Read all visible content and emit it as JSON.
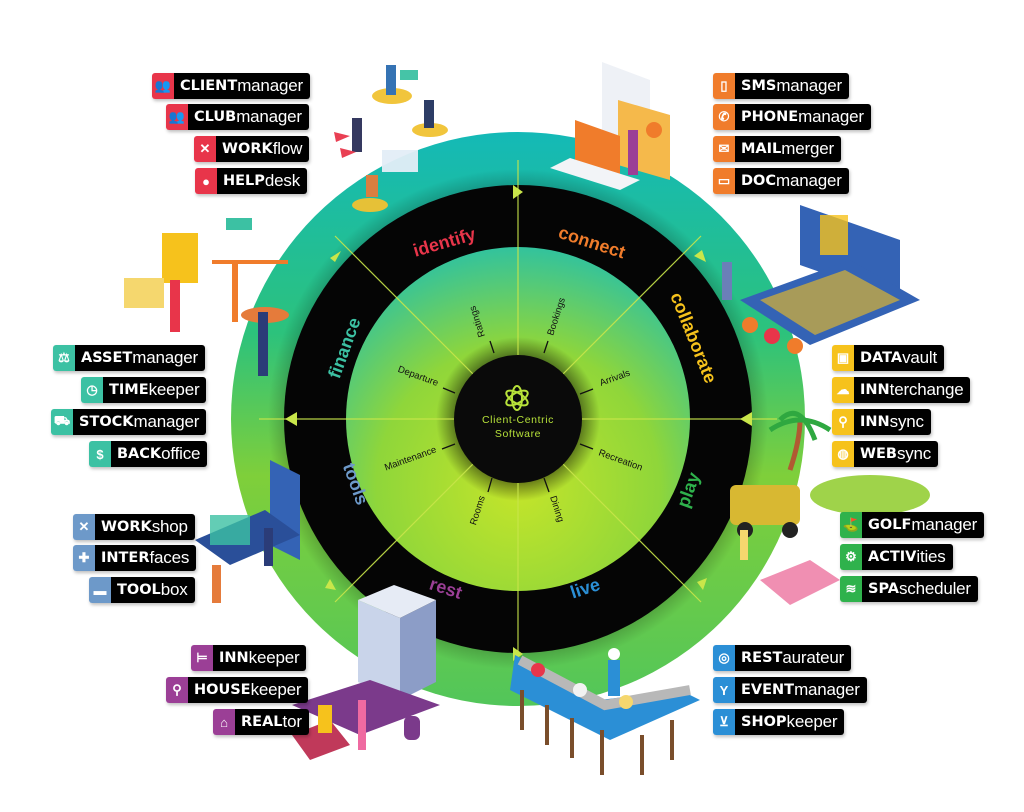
{
  "center": {
    "title_line1": "Client-Centric",
    "title_line2": "Software",
    "icon": "atom-flower-icon"
  },
  "ring_segments": [
    {
      "label": "identify",
      "color": "#e8354a"
    },
    {
      "label": "connect",
      "color": "#f07c2b"
    },
    {
      "label": "collaborate",
      "color": "#f6c21c"
    },
    {
      "label": "play",
      "color": "#2fb24c"
    },
    {
      "label": "live",
      "color": "#2b8fd6"
    },
    {
      "label": "rest",
      "color": "#9b3f96"
    },
    {
      "label": "tools",
      "color": "#6d99c9"
    },
    {
      "label": "finance",
      "color": "#3cc1a3"
    }
  ],
  "spokes": [
    "Ratings",
    "Bookings",
    "Arrivals",
    "Recreation",
    "Dining",
    "Rooms",
    "Maintenance",
    "Departure"
  ],
  "groups": {
    "identify": {
      "color": "#e8354a",
      "items": [
        {
          "bold": "CLIENT",
          "rest": "manager",
          "icon": "people-icon",
          "glyph": "👥"
        },
        {
          "bold": "CLUB",
          "rest": "manager",
          "icon": "people-icon",
          "glyph": "👥"
        },
        {
          "bold": "WORK",
          "rest": "flow",
          "icon": "tools-cross-icon",
          "glyph": "✕"
        },
        {
          "bold": "HELP",
          "rest": "desk",
          "icon": "user-icon",
          "glyph": "👤"
        }
      ]
    },
    "connect": {
      "color": "#f07c2b",
      "items": [
        {
          "bold": "SMS",
          "rest": "manager",
          "icon": "mobile-sms-icon",
          "glyph": "▯"
        },
        {
          "bold": "PHONE",
          "rest": "manager",
          "icon": "phone-icon",
          "glyph": "✆"
        },
        {
          "bold": "MAIL",
          "rest": "merger",
          "icon": "mail-icon",
          "glyph": "✉"
        },
        {
          "bold": "DOC",
          "rest": "manager",
          "icon": "folder-icon",
          "glyph": "▭"
        }
      ]
    },
    "collaborate": {
      "color": "#f6c21c",
      "items": [
        {
          "bold": "DATA",
          "rest": "vault",
          "icon": "vault-icon",
          "glyph": "▣"
        },
        {
          "bold": "INN",
          "rest": "terchange",
          "icon": "cloud-exchange-icon",
          "glyph": "☁"
        },
        {
          "bold": "INN",
          "rest": "sync",
          "icon": "satellite-icon",
          "glyph": "⚲"
        },
        {
          "bold": "WEB",
          "rest": "sync",
          "icon": "globe-icon",
          "glyph": "◍"
        }
      ]
    },
    "play": {
      "color": "#2fb24c",
      "items": [
        {
          "bold": "GOLF",
          "rest": "manager",
          "icon": "golfer-icon",
          "glyph": "⛳"
        },
        {
          "bold": "ACTIV",
          "rest": "ities",
          "icon": "cyclist-icon",
          "glyph": "🚴"
        },
        {
          "bold": "SPA",
          "rest": "scheduler",
          "icon": "spa-stones-icon",
          "glyph": "≋"
        }
      ]
    },
    "live": {
      "color": "#2b8fd6",
      "items": [
        {
          "bold": "REST",
          "rest": "aurateur",
          "icon": "plate-cutlery-icon",
          "glyph": "◎"
        },
        {
          "bold": "EVENT",
          "rest": "manager",
          "icon": "cocktail-icon",
          "glyph": "Y"
        },
        {
          "bold": "SHOP",
          "rest": "keeper",
          "icon": "cart-icon",
          "glyph": "⊻"
        }
      ]
    },
    "rest": {
      "color": "#9b3f96",
      "items": [
        {
          "bold": "INN",
          "rest": "keeper",
          "icon": "bed-icon",
          "glyph": "⊨"
        },
        {
          "bold": "HOUSE",
          "rest": "keeper",
          "icon": "broom-bucket-icon",
          "glyph": "⚲"
        },
        {
          "bold": "REAL",
          "rest": "tor",
          "icon": "bank-icon",
          "glyph": "⌂"
        }
      ]
    },
    "tools": {
      "color": "#6d99c9",
      "items": [
        {
          "bold": "WORK",
          "rest": "shop",
          "icon": "tools-cross-icon",
          "glyph": "✕"
        },
        {
          "bold": "INTER",
          "rest": "faces",
          "icon": "puzzle-icon",
          "glyph": "✚"
        },
        {
          "bold": "TOOL",
          "rest": "box",
          "icon": "toolbox-icon",
          "glyph": "▬"
        }
      ]
    },
    "finance": {
      "color": "#3cc1a3",
      "items": [
        {
          "bold": "ASSET",
          "rest": "manager",
          "icon": "scales-icon",
          "glyph": "⚖"
        },
        {
          "bold": "TIME",
          "rest": "keeper",
          "icon": "clock-icon",
          "glyph": "◷"
        },
        {
          "bold": "STOCK",
          "rest": "manager",
          "icon": "forklift-icon",
          "glyph": "⛟"
        },
        {
          "bold": "BACK",
          "rest": "office",
          "icon": "dollar-icon",
          "glyph": "$"
        }
      ]
    }
  },
  "colors": {
    "ring_black": "#050505",
    "gradient_top": "#1cbfb4",
    "gradient_bottom": "#b6e02a",
    "hub": "#0a0a0a",
    "hub_text": "#b7e23a",
    "spoke_line": "#c9e64a"
  }
}
